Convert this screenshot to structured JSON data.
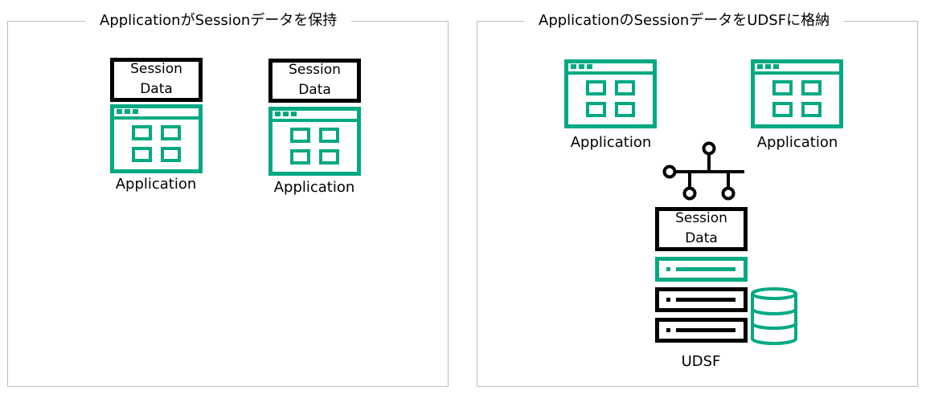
{
  "left_panel": {
    "title": "ApplicationがSessionデータを保持",
    "apps": [
      {
        "label": "Application",
        "session_line1": "Session",
        "session_line2": "Data"
      },
      {
        "label": "Application",
        "session_line1": "Session",
        "session_line2": "Data"
      }
    ]
  },
  "right_panel": {
    "title": "ApplicationのSessionデータをUDSFに格納",
    "apps": [
      {
        "label": "Application"
      },
      {
        "label": "Application"
      }
    ],
    "session_line1": "Session",
    "session_line2": "Data",
    "udsf_label": "UDSF"
  },
  "colors": {
    "accent": "#01a982",
    "ink": "#000000",
    "border": "#bdbdbd"
  },
  "icons": [
    "application-window-icon",
    "network-hub-icon",
    "server-icon",
    "database-icon"
  ]
}
